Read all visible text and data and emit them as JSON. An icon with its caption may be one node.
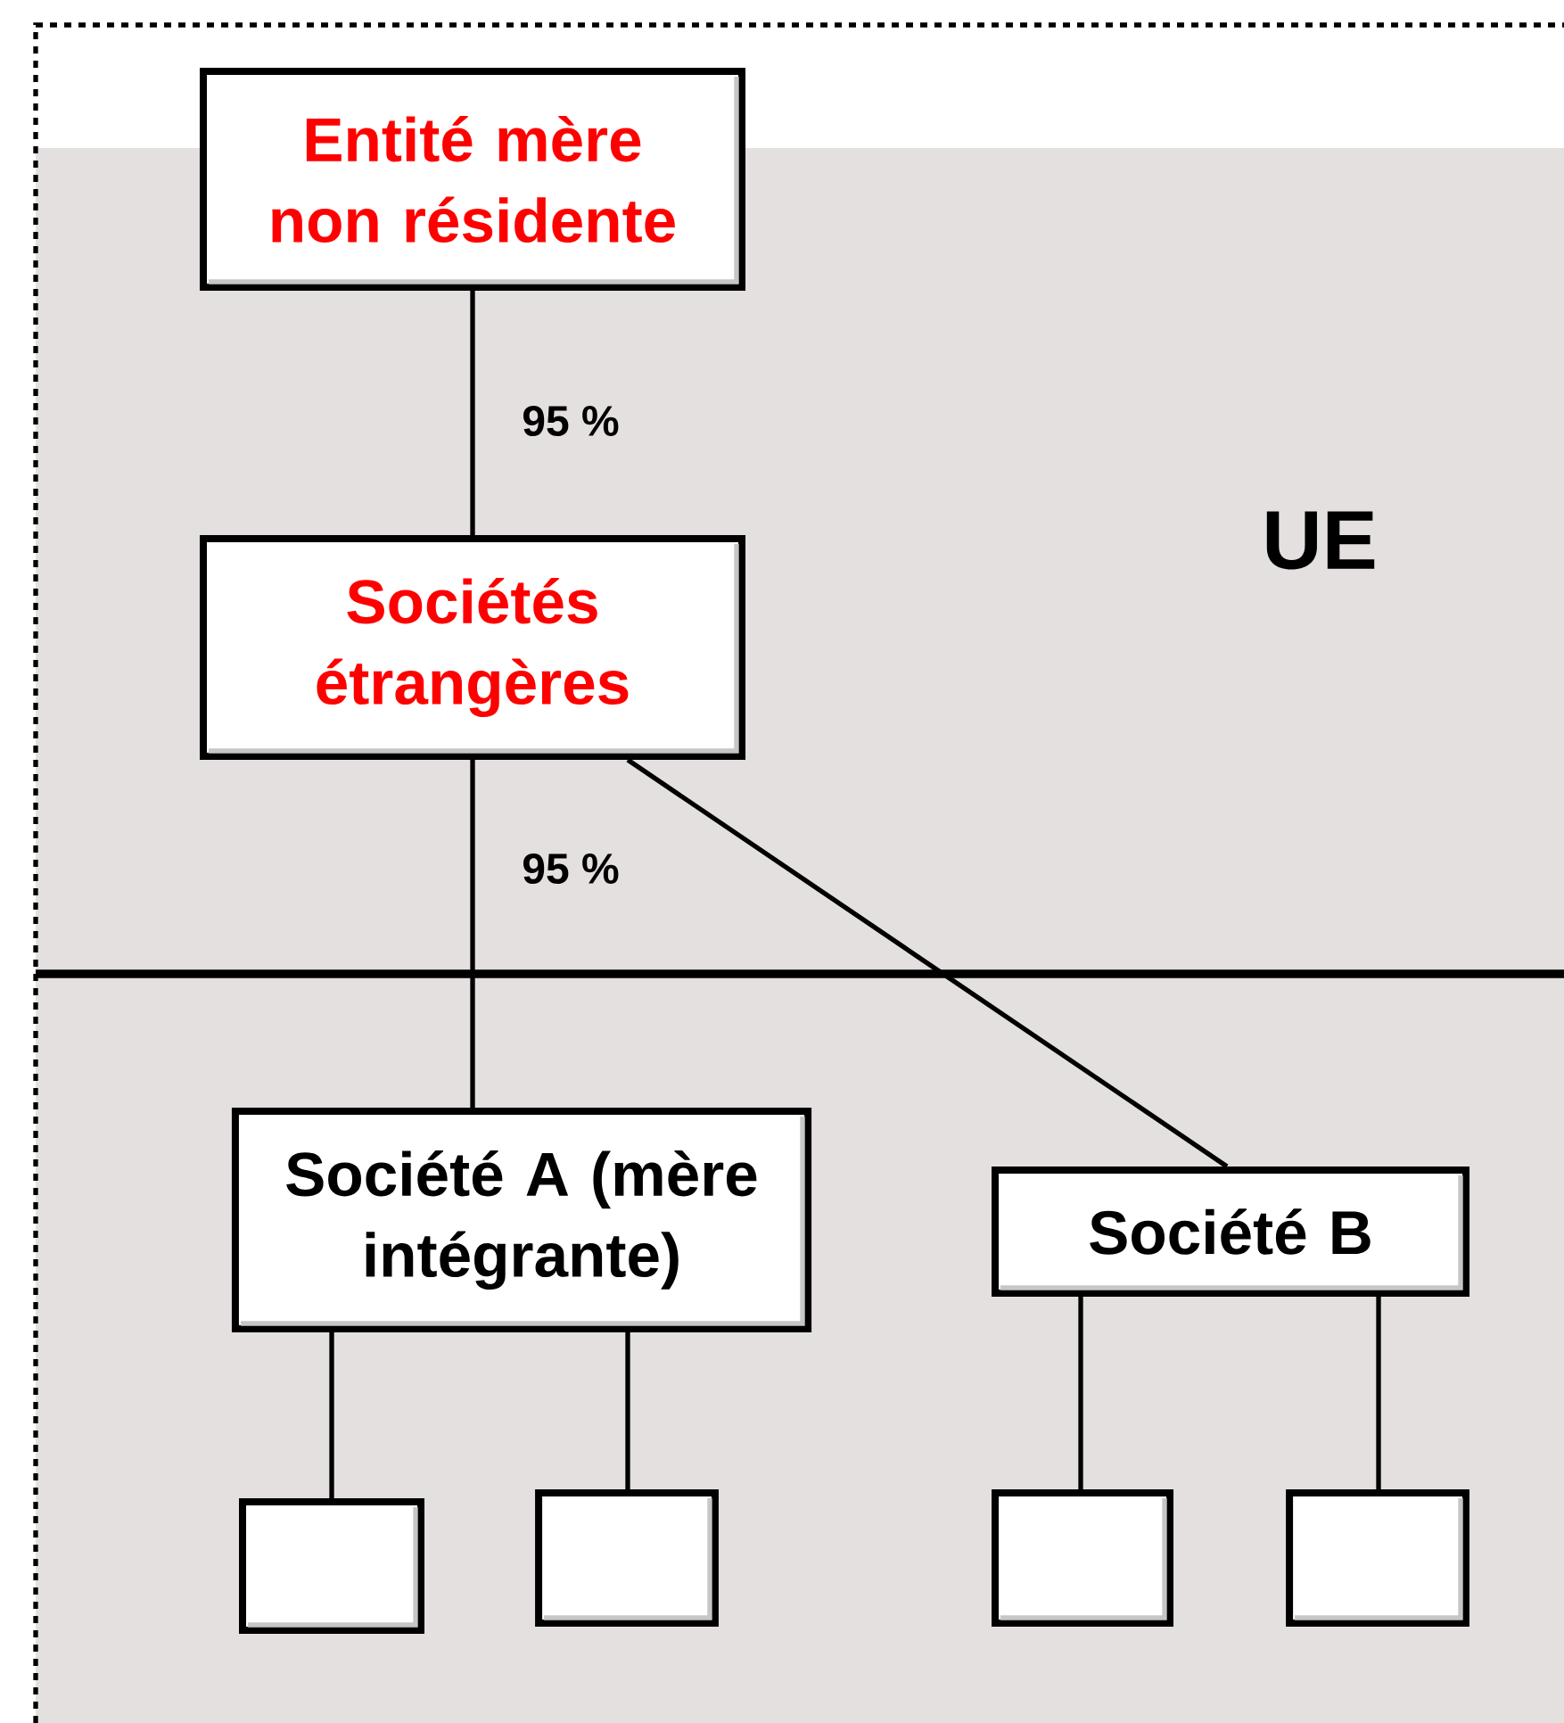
{
  "diagram": {
    "nodes": [
      {
        "text": [
          "Entité mère non résidente"
        ]
      },
      {
        "text": [
          "Sociétés étrangères"
        ]
      },
      {
        "text": [
          "Société A (mère intégrante)"
        ]
      },
      {
        "text": [
          "Société B"
        ]
      },
      {
        "text": [],
        "shape": "box"
      },
      {
        "text": [],
        "shape": "box"
      },
      {
        "text": [],
        "shape": "box"
      },
      {
        "text": [],
        "shape": "box"
      }
    ],
    "edges": [
      {
        "from": 0,
        "to": 1,
        "arrow": "none",
        "label": "95 %"
      },
      {
        "from": 1,
        "to": 2,
        "arrow": "none",
        "label": "95 %"
      },
      {
        "from": 1,
        "to": 3,
        "arrow": "none"
      },
      {
        "from": 2,
        "to": 4,
        "arrow": "none"
      },
      {
        "from": 2,
        "to": 5,
        "arrow": "none"
      },
      {
        "from": 3,
        "to": 6,
        "arrow": "none"
      },
      {
        "from": 3,
        "to": 7,
        "arrow": "none"
      }
    ],
    "labels": [
      "UE"
    ]
  }
}
